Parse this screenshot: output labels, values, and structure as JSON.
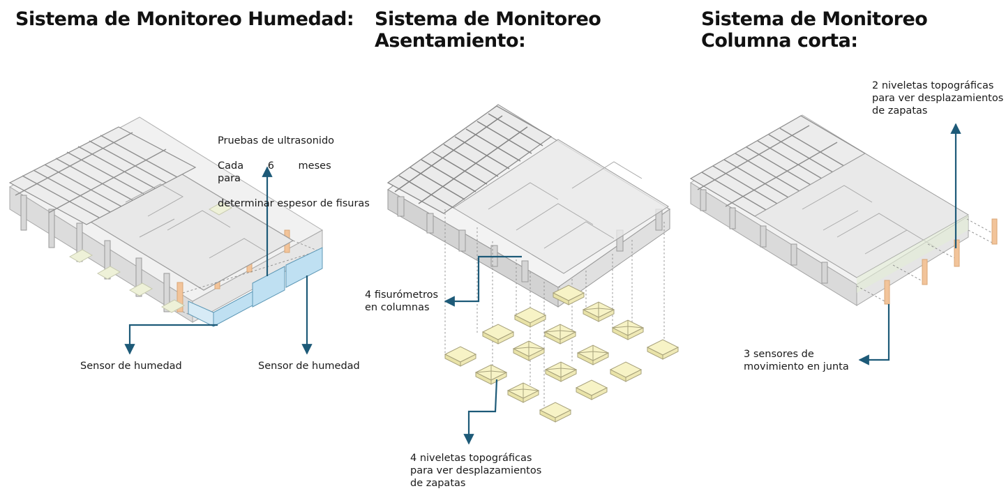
{
  "panels": [
    {
      "title": "Sistema de Monitoreo Humedad:",
      "annotations": {
        "ultrasound_line1": "Pruebas de ultrasonido",
        "ultrasound_line2": "Cada 6 meses para",
        "ultrasound_line3": "determinar espesor de fisuras",
        "sensor_left": "Sensor de humedad",
        "sensor_right": "Sensor de humedad"
      }
    },
    {
      "title": "Sistema de Monitoreo\nAsentamiento:",
      "annotations": {
        "fisurometros": "4 fisurómetros\nen columnas",
        "niveletas": "4 niveletas topográficas\npara ver desplazamientos\nde zapatas"
      }
    },
    {
      "title": "Sistema de Monitoreo\nColumna corta:",
      "annotations": {
        "niveletas": "2 niveletas topográficas\npara ver desplazamientos\nde zapatas",
        "sensores": "3 sensores de\nmovimiento en junta"
      }
    }
  ],
  "colors": {
    "arrow": "#1d5a78",
    "structure_stroke": "#9a9a9a",
    "structure_fill": "#ececec",
    "slab_fill": "#e2e2e2",
    "sensor_fill": "#bfe0f2",
    "sensor_stroke": "#5c97b5",
    "column_highlight": "#f2c49a",
    "footing_fill": "#f7f3c6",
    "footing_stroke": "#a6a07a",
    "dashed_line": "#888888"
  }
}
